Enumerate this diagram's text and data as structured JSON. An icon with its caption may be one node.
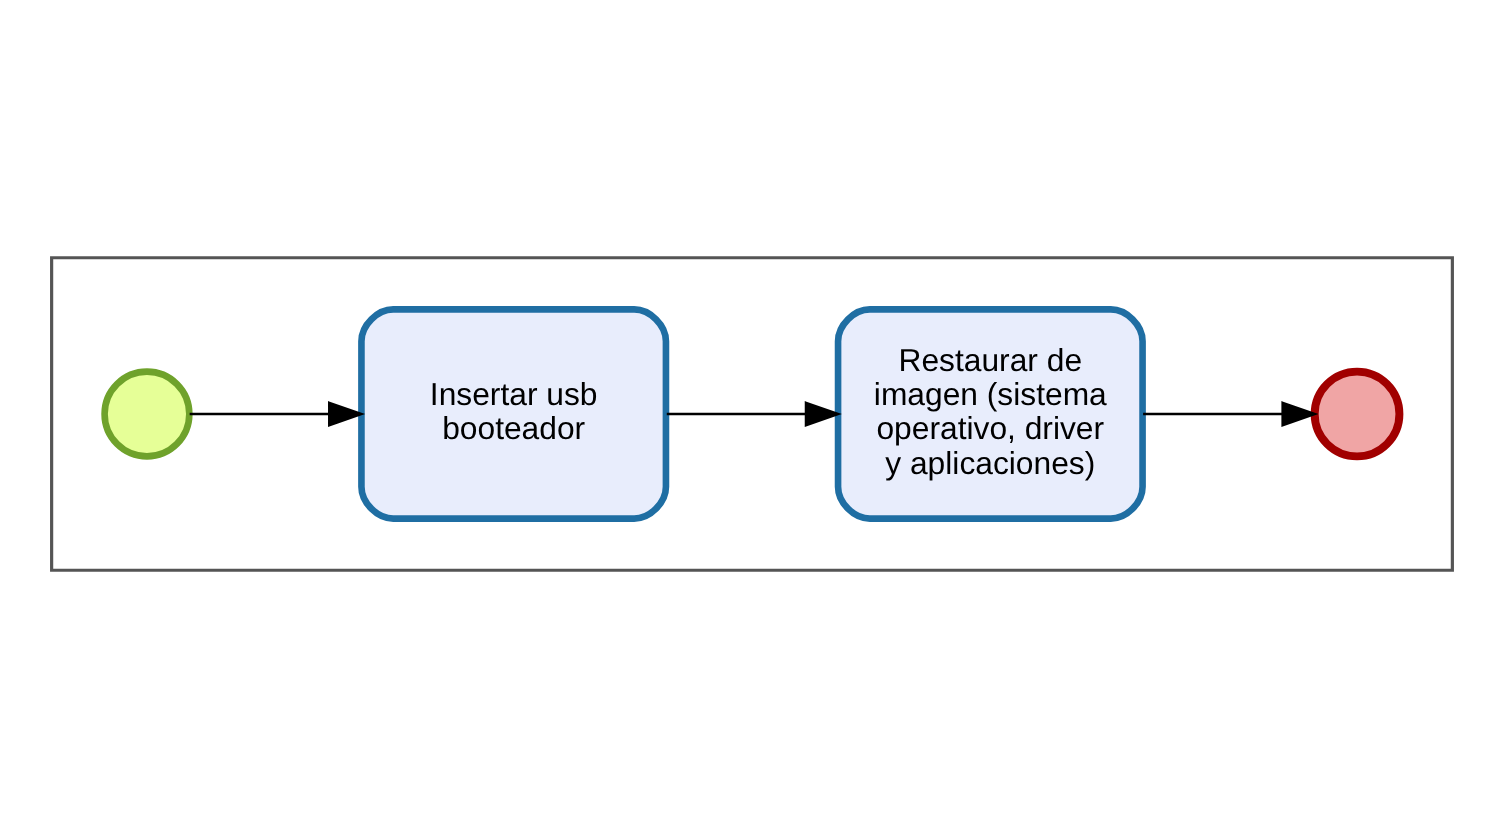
{
  "diagram": {
    "nodes": [
      {
        "text": [],
        "shape": "box"
      },
      {
        "text": [],
        "shape": "circle",
        "in": 0
      },
      {
        "text": [
          "Insertar usb booteador"
        ],
        "in": 0
      },
      {
        "text": [
          "Restaurar de imagen (sistema operativo, driver y aplicaciones)"
        ],
        "in": 0
      },
      {
        "text": [],
        "shape": "circle",
        "in": 0
      }
    ],
    "edges": [
      {
        "from": 1,
        "to": 2,
        "arrow": "to"
      },
      {
        "from": 2,
        "to": 3,
        "arrow": "to"
      },
      {
        "from": 3,
        "to": 4,
        "arrow": "to"
      }
    ]
  }
}
